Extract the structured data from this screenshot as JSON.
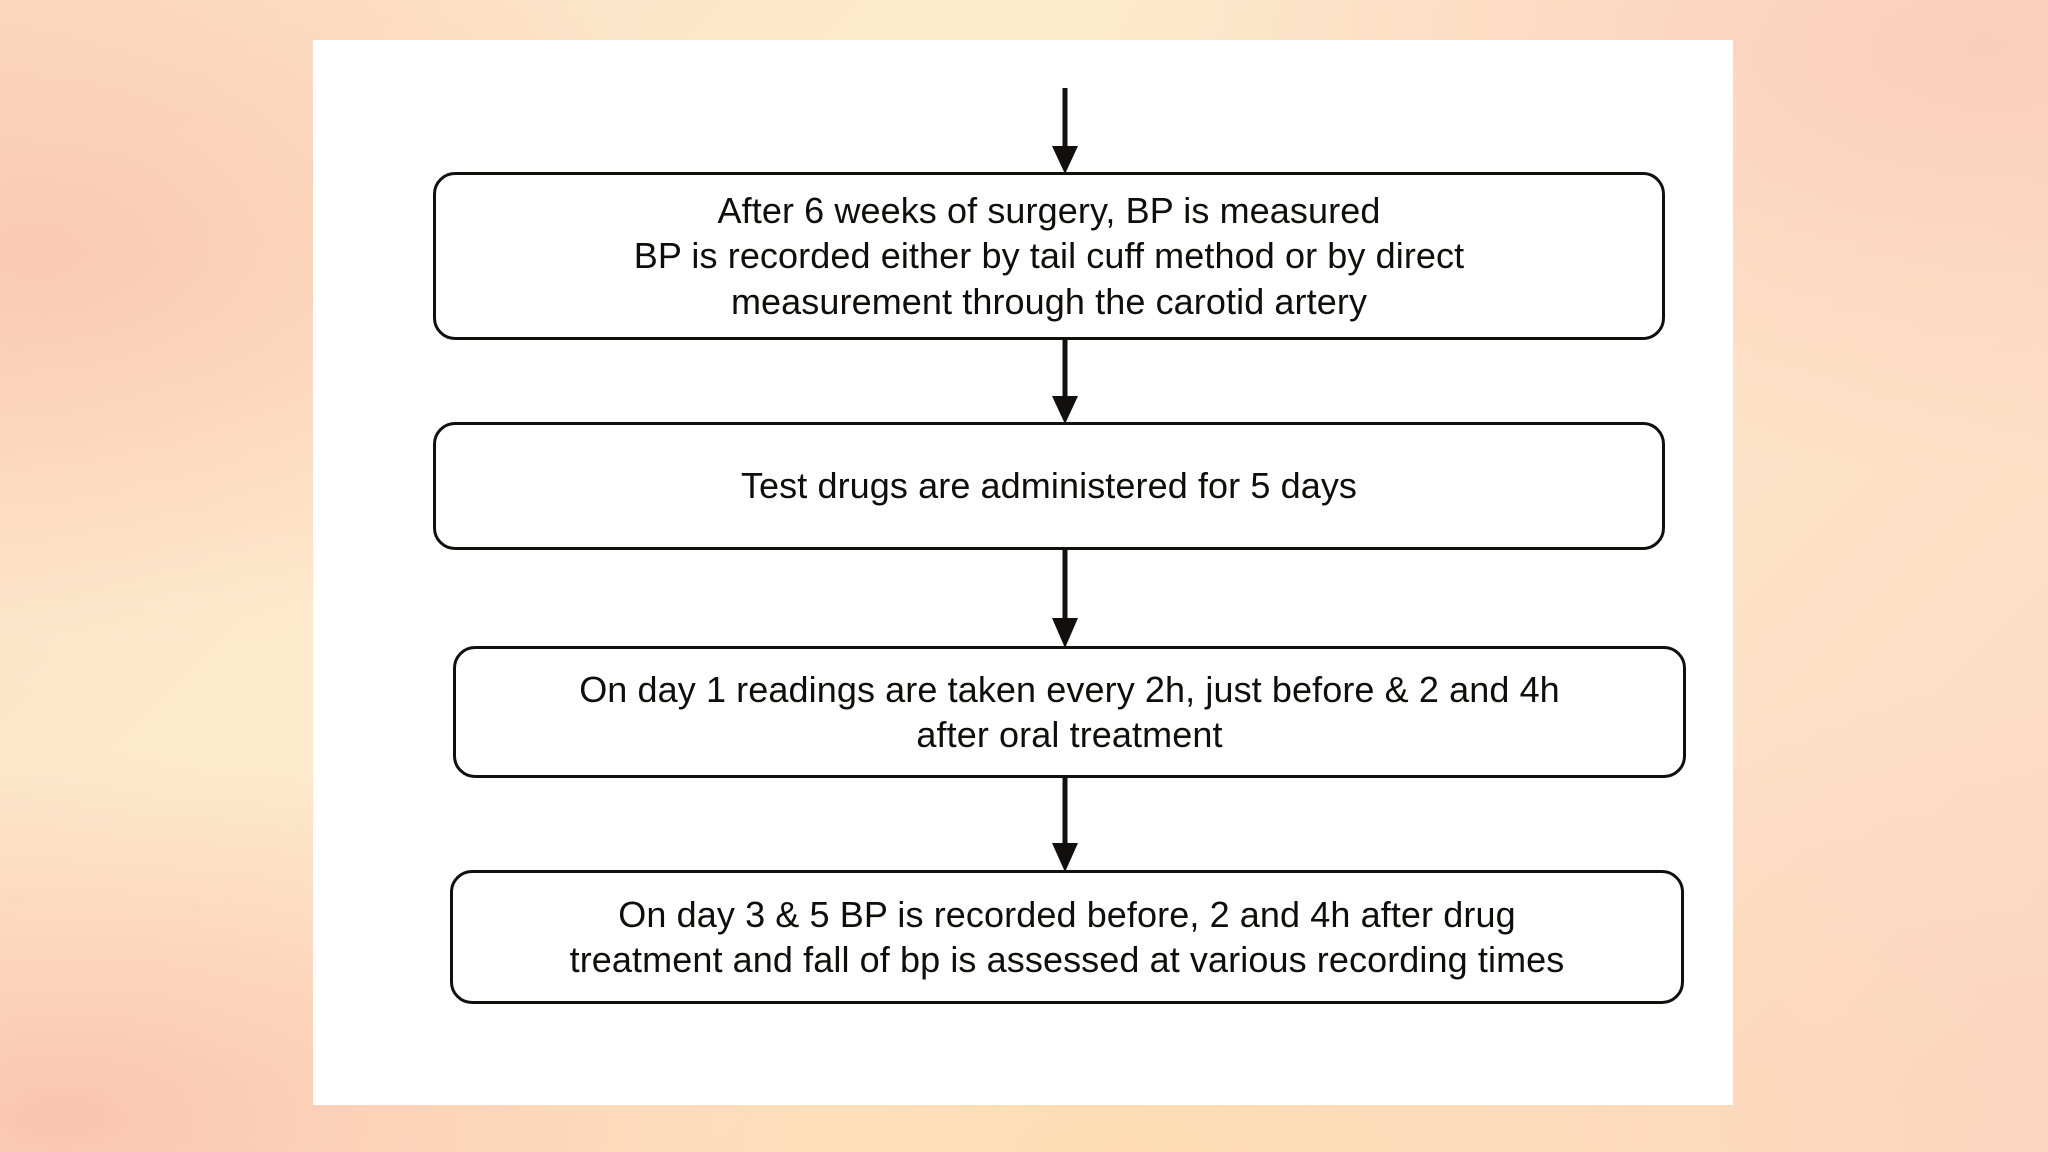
{
  "figure": {
    "type": "flowchart",
    "orientation": "top-to-bottom",
    "panel_background": "#ffffff",
    "backdrop_colors": [
      "#fbdcc3",
      "#fdeacd",
      "#fde7c9",
      "#fbd9c4"
    ],
    "box_border_color": "#12100e",
    "text_color": "#100e0c",
    "nodes": [
      {
        "id": "box-1",
        "lines": [
          "After 6 weeks of surgery, BP is measured",
          "BP is recorded either by tail cuff method or by direct",
          "measurement through the carotid artery"
        ],
        "text": "After 6 weeks of surgery, BP is measured BP is recorded either by tail cuff method or by direct measurement through the carotid artery"
      },
      {
        "id": "box-2",
        "lines": [
          "Test drugs are administered for 5 days"
        ],
        "text": "Test drugs are administered for 5 days"
      },
      {
        "id": "box-3",
        "lines": [
          "On day 1 readings are taken every 2h, just before & 2 and 4h",
          "after oral treatment"
        ],
        "text": "On day 1 readings are taken every 2h, just before & 2 and 4h after oral treatment"
      },
      {
        "id": "box-4",
        "lines": [
          "On day 3 & 5 BP is recorded before, 2 and 4h after drug",
          "treatment and fall of bp is assessed at various recording times"
        ],
        "text": "On day 3 & 5 BP is recorded before, 2 and 4h after drug treatment and fall of bp is assessed at various recording times"
      }
    ],
    "connectors": [
      {
        "id": "arrow-entry",
        "from": "above-figure",
        "to": "box-1",
        "glyph": "down-arrow-icon"
      },
      {
        "id": "arrow-1-to-2",
        "from": "box-1",
        "to": "box-2",
        "glyph": "down-arrow-icon"
      },
      {
        "id": "arrow-2-to-3",
        "from": "box-2",
        "to": "box-3",
        "glyph": "down-arrow-icon"
      },
      {
        "id": "arrow-3-to-4",
        "from": "box-3",
        "to": "box-4",
        "glyph": "down-arrow-icon"
      }
    ]
  }
}
